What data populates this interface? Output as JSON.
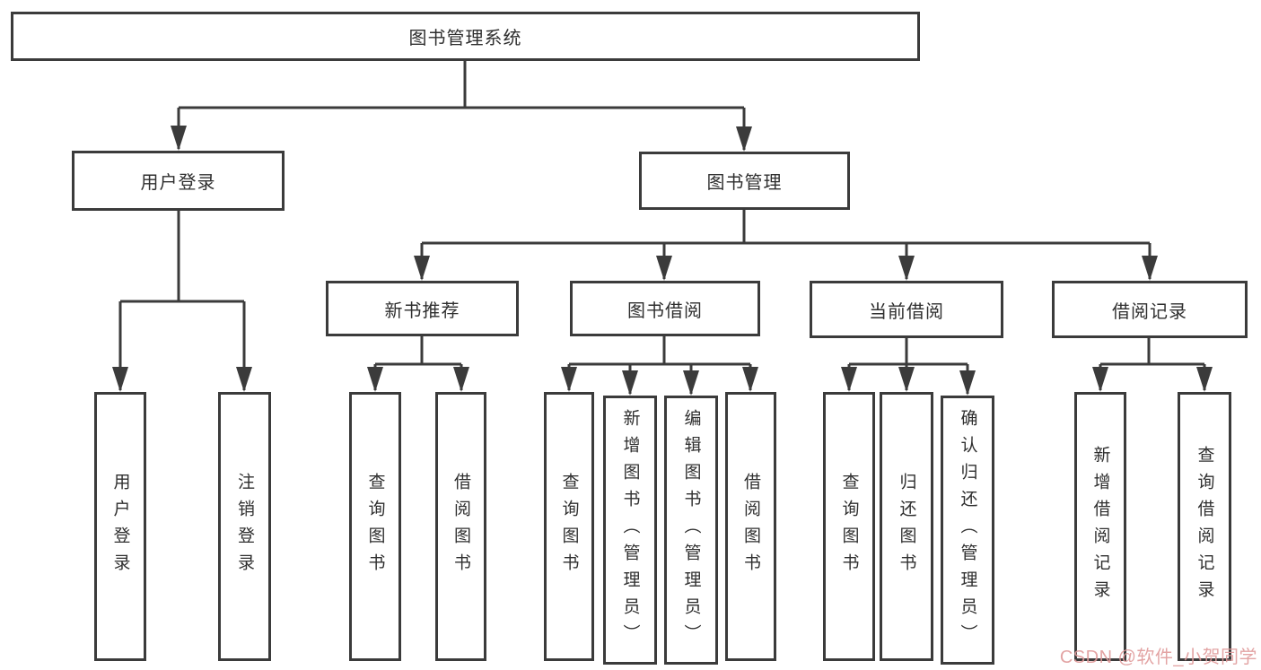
{
  "tree": {
    "root": "图书管理系统",
    "children": [
      {
        "label": "用户登录",
        "children": [
          "用户登录",
          "注销登录"
        ]
      },
      {
        "label": "图书管理",
        "children": [
          {
            "label": "新书推荐",
            "children": [
              "查询图书",
              "借阅图书"
            ]
          },
          {
            "label": "图书借阅",
            "children": [
              "查询图书",
              "新增图书（管理员）",
              "编辑图书（管理员）",
              "借阅图书"
            ]
          },
          {
            "label": "当前借阅",
            "children": [
              "查询图书",
              "归还图书",
              "确认归还（管理员）"
            ]
          },
          {
            "label": "借阅记录",
            "children": [
              "新增借阅记录",
              "查询借阅记录"
            ]
          }
        ]
      }
    ]
  },
  "watermark": {
    "text": "CSDN @软件_小贺同学"
  },
  "colors": {
    "line": "#3b3b3b",
    "box_border": "#3b3b3b",
    "box_fill": "#ffffff",
    "text": "#2f2f2f",
    "watermark": "#e09b9b",
    "background": "#ffffff"
  }
}
